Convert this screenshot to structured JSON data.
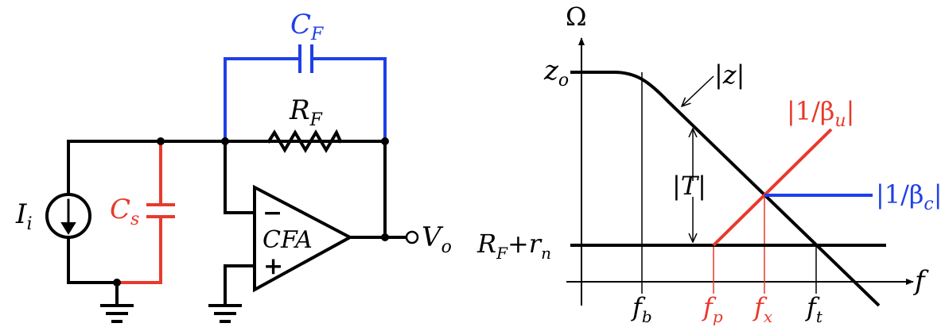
{
  "colors": {
    "black": "#000000",
    "red": "#e8392b",
    "blue": "#1f3fe6",
    "background": "#ffffff"
  },
  "circuit": {
    "input_current": "I",
    "input_current_sub": "i",
    "source_capacitor": "C",
    "source_capacitor_sub": "s",
    "feedback_capacitor": "C",
    "feedback_capacitor_sub": "F",
    "feedback_resistor": "R",
    "feedback_resistor_sub": "F",
    "amplifier": "CFA",
    "minus_input": "−",
    "plus_input": "+",
    "output": "V",
    "output_sub": "o"
  },
  "bode": {
    "y_axis": "Ω",
    "x_axis": "f",
    "z_level": "z",
    "z_level_sub": "o",
    "z_curve": "|z|",
    "loop_gain": "|T|",
    "beta_u": "|1/β",
    "beta_u_sub": "u",
    "beta_u_close": "|",
    "beta_c": "|1/β",
    "beta_c_sub": "c",
    "beta_c_close": "|",
    "rf_rn": "R",
    "rf_rn_sub1": "F",
    "rf_rn_plus": "+",
    "rf_rn_r": "r",
    "rf_rn_sub2": "n",
    "freq_labels": [
      {
        "main": "f",
        "sub": "b",
        "color": "black"
      },
      {
        "main": "f",
        "sub": "p",
        "color": "red"
      },
      {
        "main": "f",
        "sub": "x",
        "color": "red"
      },
      {
        "main": "f",
        "sub": "t",
        "color": "black"
      }
    ]
  }
}
